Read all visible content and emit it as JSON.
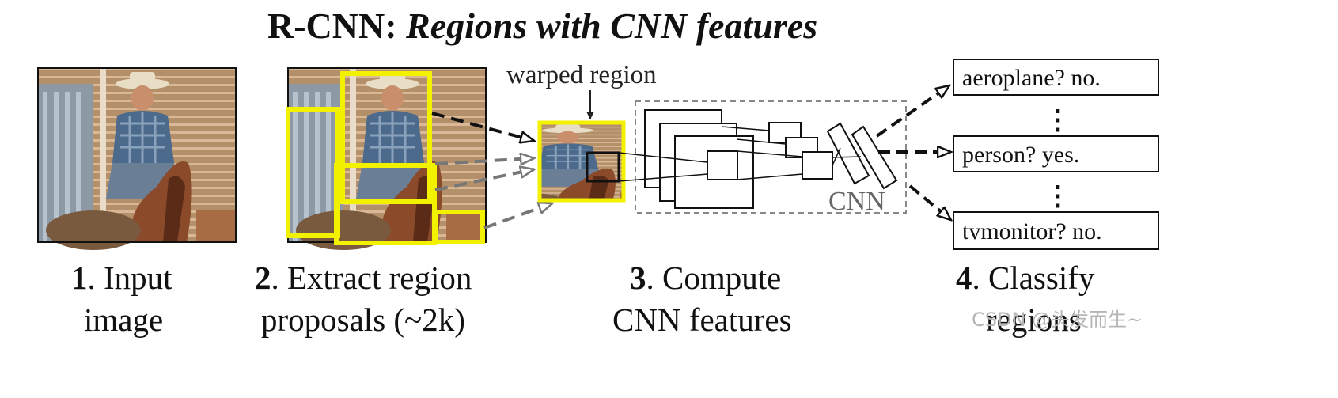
{
  "title": {
    "prefix": "R-CNN: ",
    "emphasis": "Regions with CNN features"
  },
  "labels": {
    "warped_region": "warped region",
    "cnn": "CNN"
  },
  "steps": [
    {
      "num": "1",
      "line1": ". Input",
      "line2": "image"
    },
    {
      "num": "2",
      "line1": ". Extract region",
      "line2": "proposals (~2k)"
    },
    {
      "num": "3",
      "line1": ". Compute",
      "line2": "CNN features"
    },
    {
      "num": "4",
      "line1": ". Classify",
      "line2": "regions"
    }
  ],
  "classifications": [
    {
      "text": "aeroplane? no."
    },
    {
      "text": "person? yes."
    },
    {
      "text": "tvmonitor? no."
    }
  ],
  "ellipsis": "⋮",
  "watermark": "CSDN @头发而生~",
  "colors": {
    "proposal_box": "#f2f200",
    "arrow": "#111111",
    "arrow_gray": "#777777",
    "dashed_frame": "#888888"
  }
}
